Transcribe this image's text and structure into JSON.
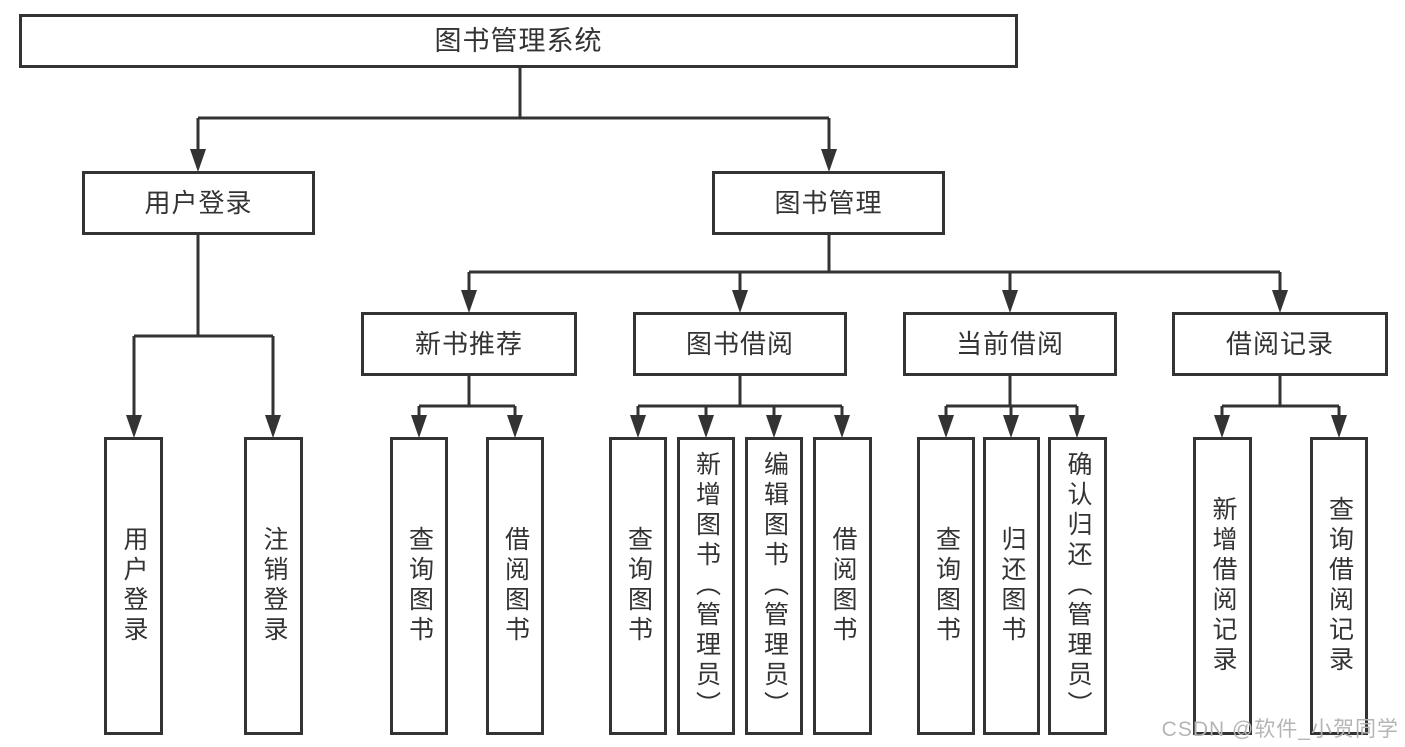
{
  "diagram_type": "hierarchy-org-chart",
  "colors": {
    "line": "#333333",
    "text": "#333333",
    "node_background": "#ffffff",
    "page_background": "#ffffff",
    "watermark": "#b5b5b5"
  },
  "tree": {
    "label": "图书管理系统",
    "children": [
      {
        "label": "用户登录",
        "children": [
          {
            "label": "用户登录"
          },
          {
            "label": "注销登录"
          }
        ]
      },
      {
        "label": "图书管理",
        "children": [
          {
            "label": "新书推荐",
            "children": [
              {
                "label": "查询图书"
              },
              {
                "label": "借阅图书"
              }
            ]
          },
          {
            "label": "图书借阅",
            "children": [
              {
                "label": "查询图书"
              },
              {
                "label": "新增图书（管理员）"
              },
              {
                "label": "编辑图书（管理员）"
              },
              {
                "label": "借阅图书"
              }
            ]
          },
          {
            "label": "当前借阅",
            "children": [
              {
                "label": "查询图书"
              },
              {
                "label": "归还图书"
              },
              {
                "label": "确认归还（管理员）"
              }
            ]
          },
          {
            "label": "借阅记录",
            "children": [
              {
                "label": "新增借阅记录"
              },
              {
                "label": "查询借阅记录"
              }
            ]
          }
        ]
      }
    ]
  },
  "watermark": "CSDN @软件_小贺同学"
}
